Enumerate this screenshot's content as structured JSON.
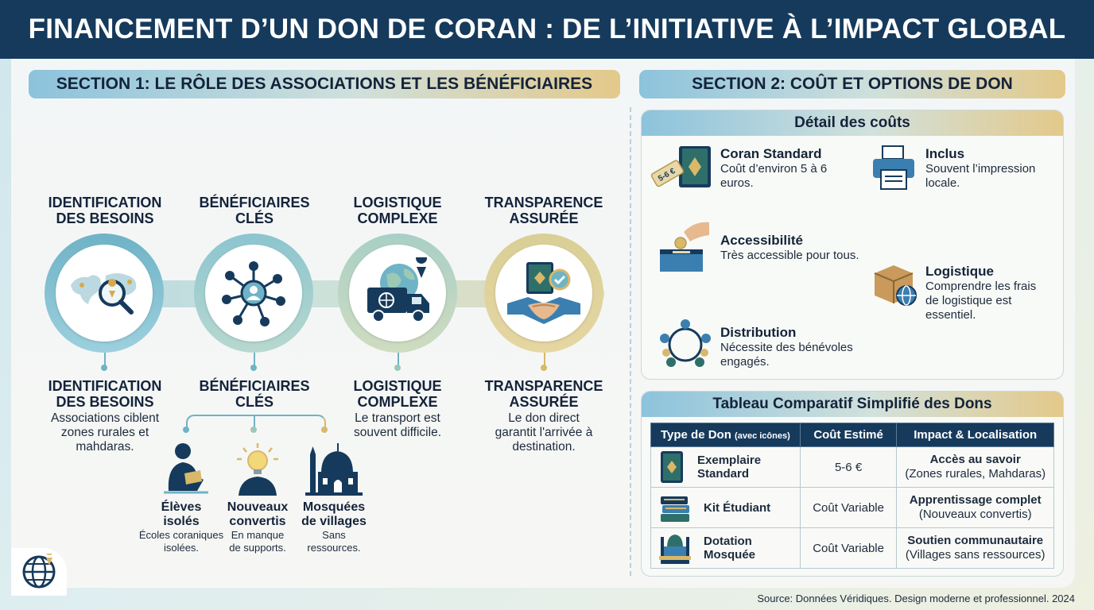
{
  "title": "FINANCEMENT D’UN DON DE CORAN : DE L’INITIATIVE À L’IMPACT GLOBAL",
  "section1": {
    "header": "SECTION 1: LE RÔLE DES ASSOCIATIONS ET LES BÉNÉFICIAIRES",
    "steps": [
      {
        "top_title_1": "IDENTIFICATION",
        "top_title_2": "DES BESOINS",
        "icon": "world-map-magnifier-icon",
        "bottom_title_1": "IDENTIFICATION",
        "bottom_title_2": "DES BESOINS",
        "desc": [
          "Associations ciblent",
          "zones rurales et",
          "mahdaras."
        ]
      },
      {
        "top_title_1": "BÉNÉFICIAIRES",
        "top_title_2": "CLÉS",
        "icon": "network-people-icon",
        "bottom_title_1": "BÉNÉFICIAIRES",
        "bottom_title_2": "CLÉS",
        "desc": []
      },
      {
        "top_title_1": "LOGISTIQUE",
        "top_title_2": "COMPLEXE",
        "icon": "delivery-truck-globe-icon",
        "bottom_title_1": "LOGISTIQUE",
        "bottom_title_2": "COMPLEXE",
        "desc": [
          "Le transport est",
          "souvent difficile."
        ]
      },
      {
        "top_title_1": "TRANSPARENCE",
        "top_title_2": "ASSURÉE",
        "icon": "handshake-quran-icon",
        "bottom_title_1": "TRANSPARENCE",
        "bottom_title_2": "ASSURÉE",
        "desc": [
          "Le don direct",
          "garantit l'arrivée à",
          "destination."
        ]
      }
    ],
    "beneficiaries": [
      {
        "icon": "student-reading-icon",
        "title_1": "Élèves",
        "title_2": "isolés",
        "desc_1": "Écoles coraniques",
        "desc_2": "isolées."
      },
      {
        "icon": "lightbulb-head-icon",
        "title_1": "Nouveaux",
        "title_2": "convertis",
        "desc_1": "En manque",
        "desc_2": "de supports."
      },
      {
        "icon": "village-mosque-icon",
        "title_1": "Mosquées",
        "title_2": "de villages",
        "desc_1": "Sans",
        "desc_2": "ressources."
      }
    ]
  },
  "section2": {
    "header": "SECTION 2: COÛT ET OPTIONS DE DON",
    "costs_card": {
      "header": "Détail des coûts",
      "items": [
        {
          "icon": "quran-price-tag-icon",
          "title": "Coran Standard",
          "desc": [
            "Coût d’environ 5 à 6",
            "euros."
          ]
        },
        {
          "icon": "printer-icon",
          "title": "Inclus",
          "desc": [
            "Souvent l’impression",
            "locale."
          ]
        },
        {
          "icon": "donation-box-icon",
          "title": "Accessibilité",
          "desc": [
            "Très accessible pour tous."
          ]
        },
        {
          "icon": "package-globe-icon",
          "title": "Logistique",
          "desc": [
            "Comprendre les frais",
            "de logistique est",
            "essentiel."
          ]
        },
        {
          "icon": "volunteers-circle-icon",
          "title": "Distribution",
          "desc": [
            "Nécessite des bénévoles",
            "engagés."
          ]
        }
      ]
    },
    "table_card": {
      "header": "Tableau Comparatif Simplifié des Dons",
      "columns": {
        "type": "Type de Don",
        "type_note": "(avec icônes)",
        "cost": "Coût Estimé",
        "impact": "Impact & Localisation"
      },
      "rows": [
        {
          "icon": "quran-book-icon",
          "type_1": "Exemplaire",
          "type_2": "Standard",
          "cost": "5-6 €",
          "impact_title": "Accès au savoir",
          "impact_note": "(Zones rurales, Mahdaras)"
        },
        {
          "icon": "stacked-books-icon",
          "type_1": "Kit Étudiant",
          "type_2": "",
          "cost": "Coût Variable",
          "impact_title": "Apprentissage complet",
          "impact_note": "(Nouveaux convertis)"
        },
        {
          "icon": "mosque-books-icon",
          "type_1": "Dotation",
          "type_2": "Mosquée",
          "cost": "Coût Variable",
          "impact_title": "Soutien communautaire",
          "impact_note": "(Villages sans ressources)"
        }
      ]
    }
  },
  "footer": "Source: Données Véridiques. Design moderne et professionnel. 2024",
  "colors": {
    "navy": "#163a5c",
    "teal": "#6fb3c6",
    "gold": "#d9b86a"
  }
}
